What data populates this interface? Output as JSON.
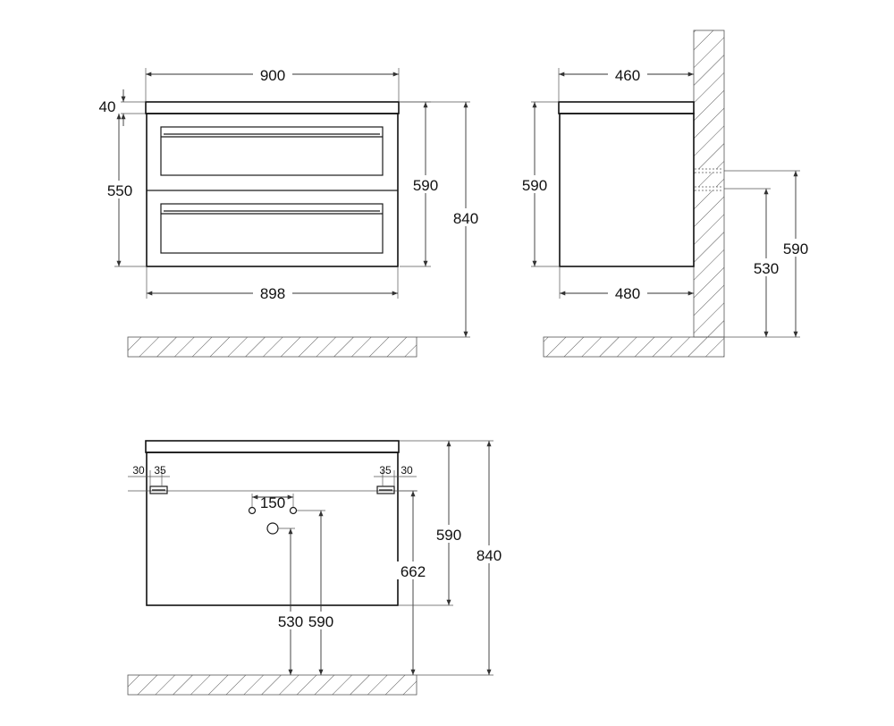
{
  "front_view": {
    "top_width": "900",
    "top_thickness": "40",
    "body_height": "550",
    "total_height": "590",
    "floor_height": "840",
    "bottom_width": "898"
  },
  "side_view": {
    "top_depth": "460",
    "body_height": "590",
    "body_depth": "480",
    "drain_height": "530",
    "supply_height": "590"
  },
  "back_view": {
    "left_edge_offset": "30",
    "left_mount_width": "35",
    "right_mount_width": "35",
    "right_edge_offset": "30",
    "hole_spacing": "150",
    "drain_height": "530",
    "supply_height": "590",
    "mount_height": "662",
    "cabinet_height": "590",
    "floor_height": "840"
  }
}
